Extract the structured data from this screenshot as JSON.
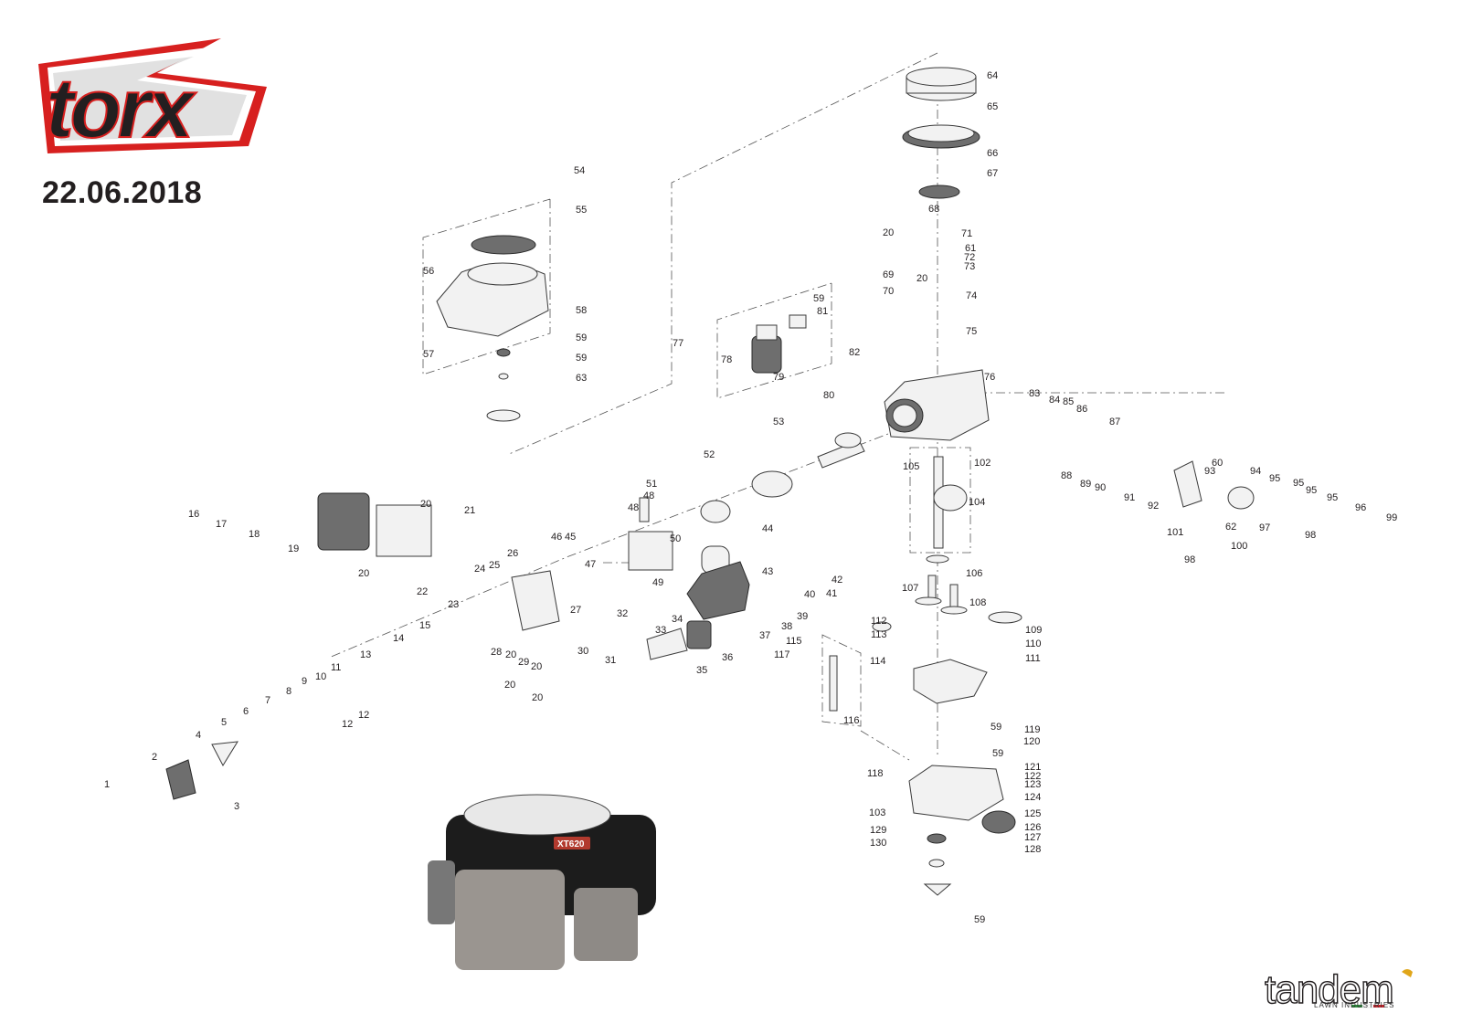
{
  "brand": {
    "logo_text": "torx",
    "date": "22.06.2018"
  },
  "footer": {
    "logo_text": "tandem",
    "tagline": "LAWN INDUSTRIES"
  },
  "photo": {
    "badge": "XT620"
  },
  "colors": {
    "brand_red": "#d7201f",
    "ink": "#231f20",
    "part_fill": "#f2f2f2"
  },
  "callouts": [
    "1",
    "2",
    "3",
    "4",
    "5",
    "6",
    "7",
    "8",
    "9",
    "10",
    "11",
    "12",
    "12",
    "13",
    "14",
    "15",
    "16",
    "17",
    "18",
    "19",
    "20",
    "20",
    "20",
    "20",
    "20",
    "20",
    "20",
    "20",
    "21",
    "22",
    "23",
    "24",
    "25",
    "26",
    "27",
    "28",
    "29",
    "30",
    "31",
    "32",
    "33",
    "34",
    "35",
    "36",
    "37",
    "38",
    "39",
    "40",
    "41",
    "42",
    "43",
    "44",
    "45",
    "46",
    "47",
    "48",
    "48",
    "49",
    "50",
    "51",
    "52",
    "53",
    "54",
    "55",
    "56",
    "57",
    "58",
    "59",
    "59",
    "59",
    "59",
    "59",
    "59",
    "60",
    "61",
    "62",
    "63",
    "64",
    "65",
    "66",
    "67",
    "68",
    "69",
    "70",
    "71",
    "72",
    "73",
    "74",
    "75",
    "76",
    "77",
    "78",
    "79",
    "80",
    "81",
    "82",
    "83",
    "84",
    "85",
    "86",
    "87",
    "88",
    "89",
    "90",
    "91",
    "92",
    "93",
    "94",
    "95",
    "95",
    "95",
    "95",
    "96",
    "97",
    "98",
    "98",
    "99",
    "100",
    "101",
    "102",
    "103",
    "104",
    "105",
    "106",
    "107",
    "108",
    "109",
    "110",
    "111",
    "112",
    "113",
    "114",
    "115",
    "116",
    "117",
    "118",
    "119",
    "120",
    "121",
    "122",
    "123",
    "124",
    "125",
    "126",
    "127",
    "128",
    "129",
    "130"
  ]
}
